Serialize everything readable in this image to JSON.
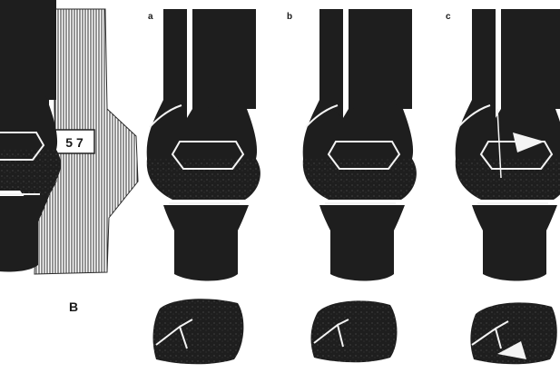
{
  "figure": {
    "panel_label_main": "B",
    "badge_text": "5 7",
    "sub_labels": [
      "a",
      "b",
      "c"
    ]
  },
  "colors": {
    "bone": "#1e1e1e",
    "highlight": "#f4f4f4",
    "background": "#ffffff"
  }
}
